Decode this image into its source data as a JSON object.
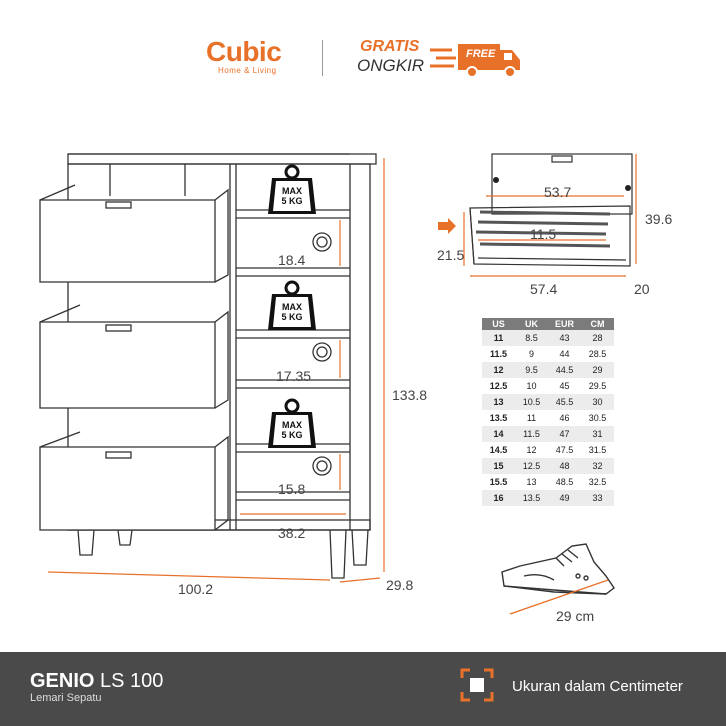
{
  "brand": {
    "name": "Cubic",
    "tagline": "Home & Living"
  },
  "promo": {
    "line1": "GRATIS",
    "line2": "ONGKIR",
    "badge": "FREE"
  },
  "cabinet": {
    "weight_labels": [
      [
        "MAX",
        "5 KG"
      ],
      [
        "MAX",
        "5 KG"
      ],
      [
        "MAX",
        "5 KG"
      ]
    ],
    "shelf_heights": [
      "18.4",
      "17.35",
      "15.8"
    ],
    "shelf_width": "38.2",
    "total_width": "100.2",
    "depth": "29.8",
    "height": "133.8"
  },
  "drawer_detail": {
    "inner_width": "53.7",
    "rail_gap": "11.5",
    "outer_width": "57.4",
    "left_height": "21.5",
    "height": "39.6",
    "depth": "20"
  },
  "size_table": {
    "headers": [
      "US",
      "UK",
      "EUR",
      "CM"
    ],
    "rows": [
      [
        "11",
        "8.5",
        "43",
        "28"
      ],
      [
        "11.5",
        "9",
        "44",
        "28.5"
      ],
      [
        "12",
        "9.5",
        "44.5",
        "29"
      ],
      [
        "12.5",
        "10",
        "45",
        "29.5"
      ],
      [
        "13",
        "10.5",
        "45.5",
        "30"
      ],
      [
        "13.5",
        "11",
        "46",
        "30.5"
      ],
      [
        "14",
        "11.5",
        "47",
        "31"
      ],
      [
        "14.5",
        "12",
        "47.5",
        "31.5"
      ],
      [
        "15",
        "12.5",
        "48",
        "32"
      ],
      [
        "15.5",
        "13",
        "48.5",
        "32.5"
      ],
      [
        "16",
        "13.5",
        "49",
        "33"
      ]
    ]
  },
  "shoe": {
    "length": "29 cm"
  },
  "footer": {
    "product_bold": "GENIO",
    "product_rest": " LS 100",
    "subtitle": "Lemari Sepatu",
    "unit_note": "Ukuran dalam Centimeter"
  },
  "colors": {
    "accent": "#e8712a",
    "footer_bg": "#4a4a4a",
    "line": "#333333"
  }
}
